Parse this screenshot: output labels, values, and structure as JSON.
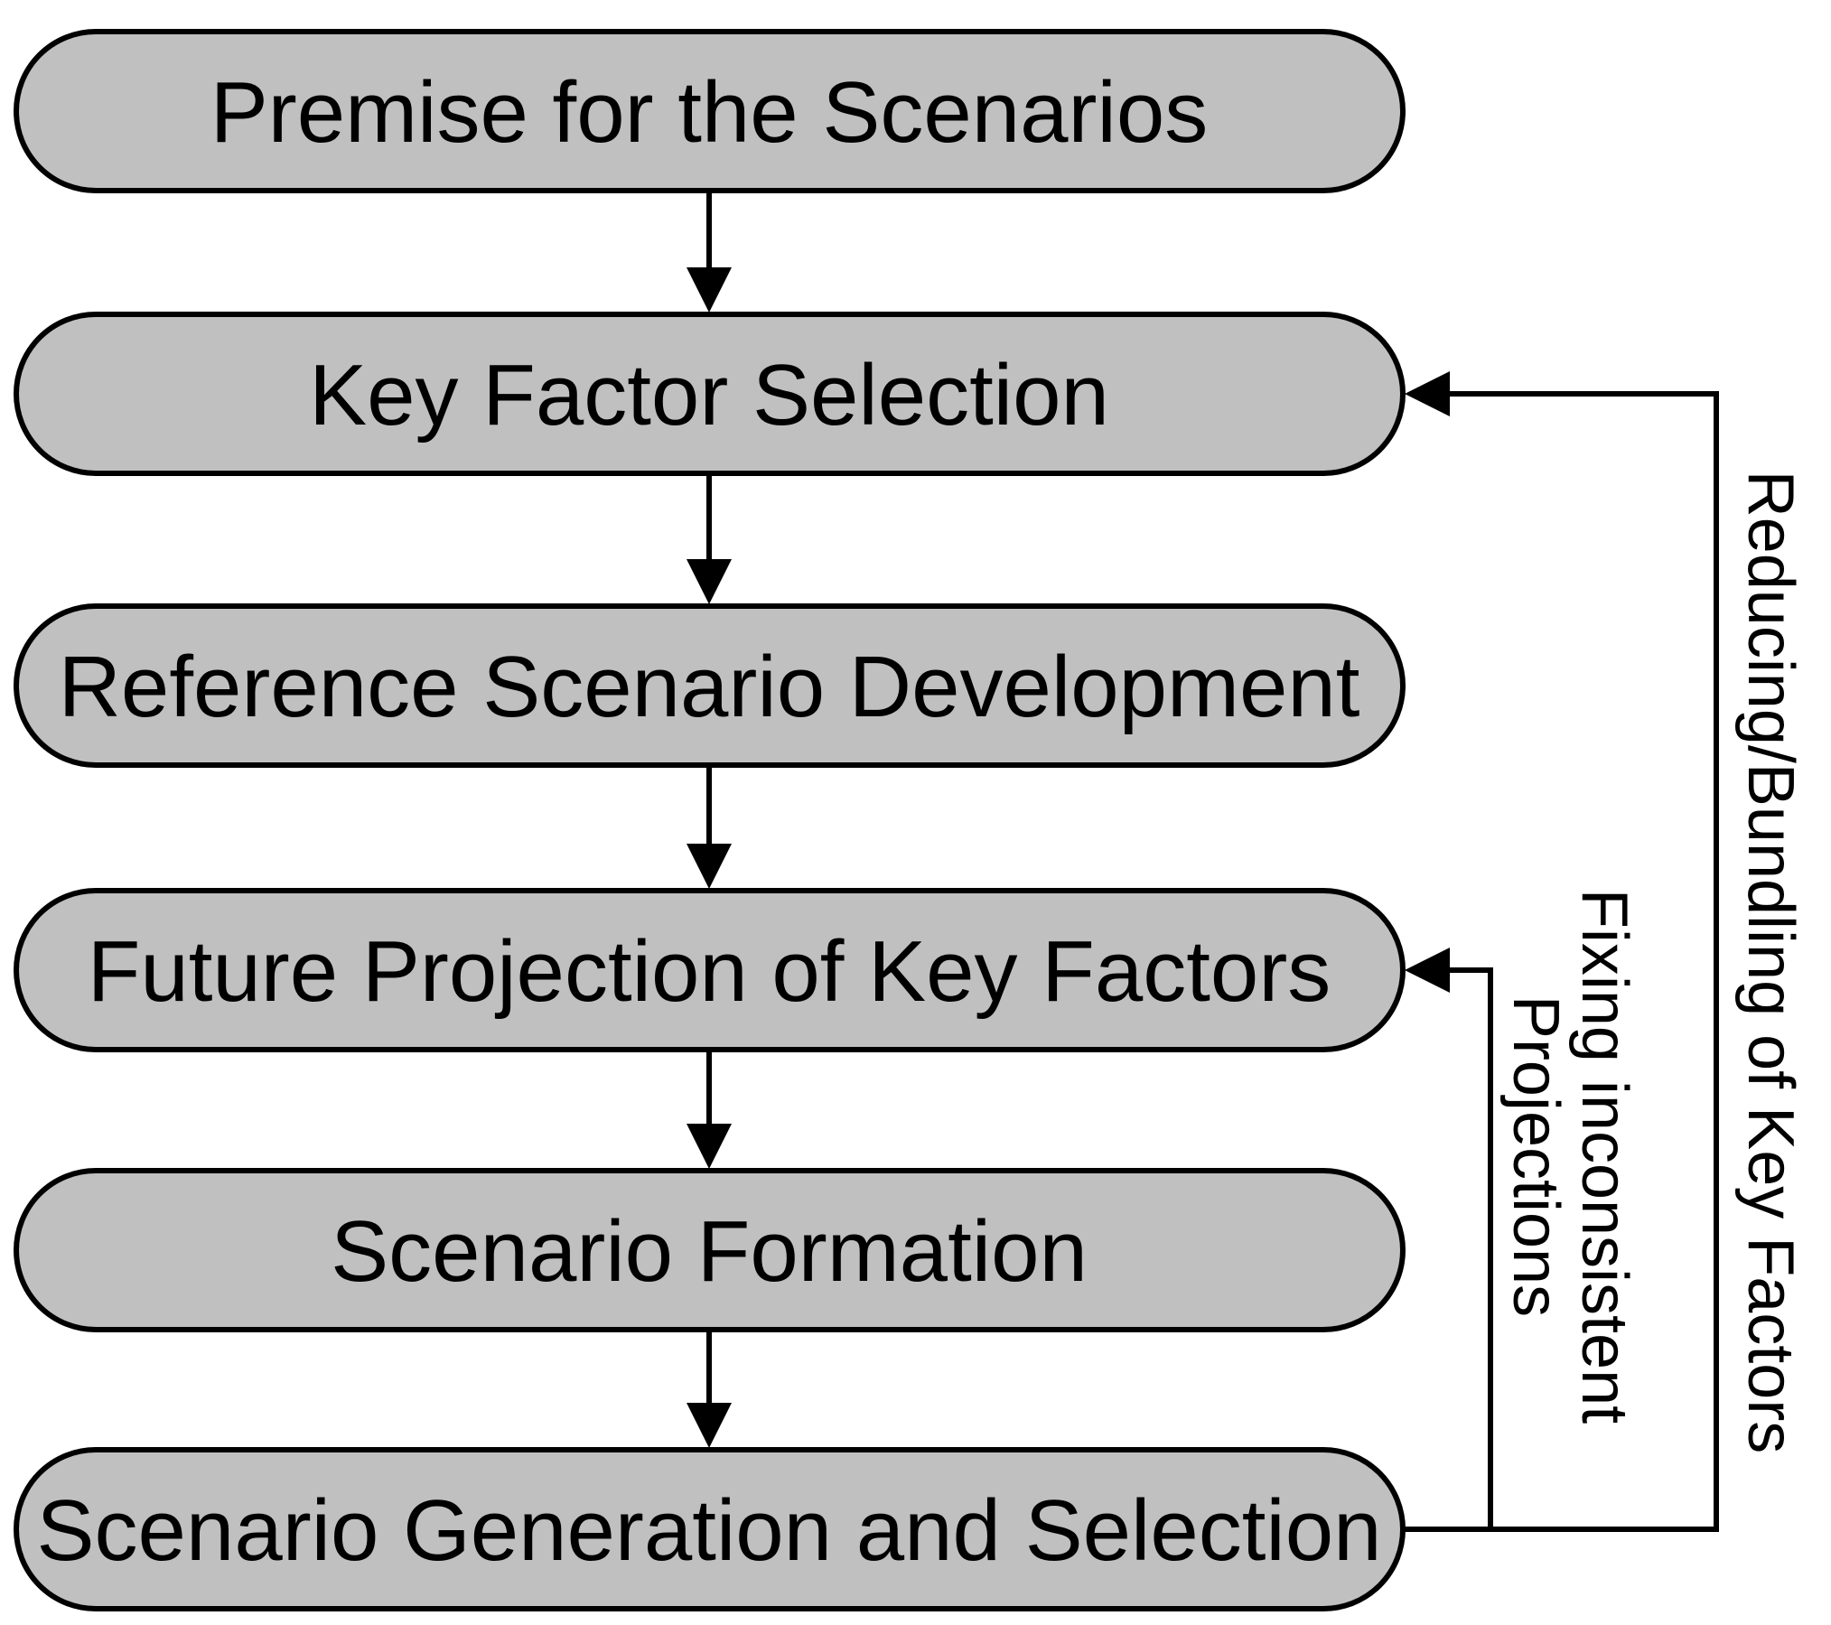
{
  "steps": [
    {
      "label": "Premise for the Scenarios"
    },
    {
      "label": "Key Factor Selection"
    },
    {
      "label": "Reference Scenario Development"
    },
    {
      "label": "Future Projection of Key Factors"
    },
    {
      "label": "Scenario Formation"
    },
    {
      "label": "Scenario Generation and Selection"
    }
  ],
  "feedback": {
    "inner": {
      "line1": "Fixing inconsistent",
      "line2": "Projections"
    },
    "outer": {
      "label": "Reducing/Bundling of Key Factors"
    }
  },
  "colors": {
    "box_fill": "#c0c0c0",
    "stroke": "#000000",
    "background": "#ffffff"
  }
}
